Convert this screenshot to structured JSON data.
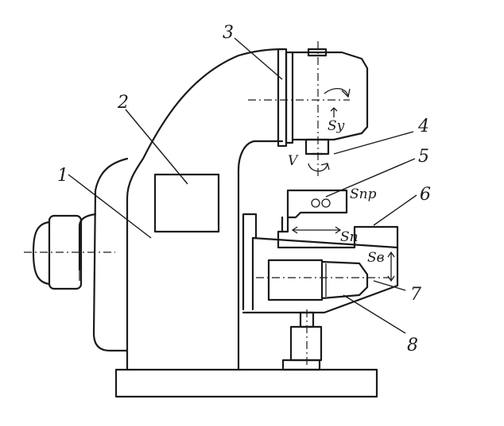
{
  "labels": {
    "l1": "1",
    "l2": "2",
    "l3": "3",
    "l4": "4",
    "l5": "5",
    "l6": "6",
    "l7": "7",
    "l8": "8"
  },
  "symbols": {
    "sy": "Sу",
    "v": "V",
    "snp": "Sпр",
    "sn": "Sп",
    "sv": "Sв"
  }
}
